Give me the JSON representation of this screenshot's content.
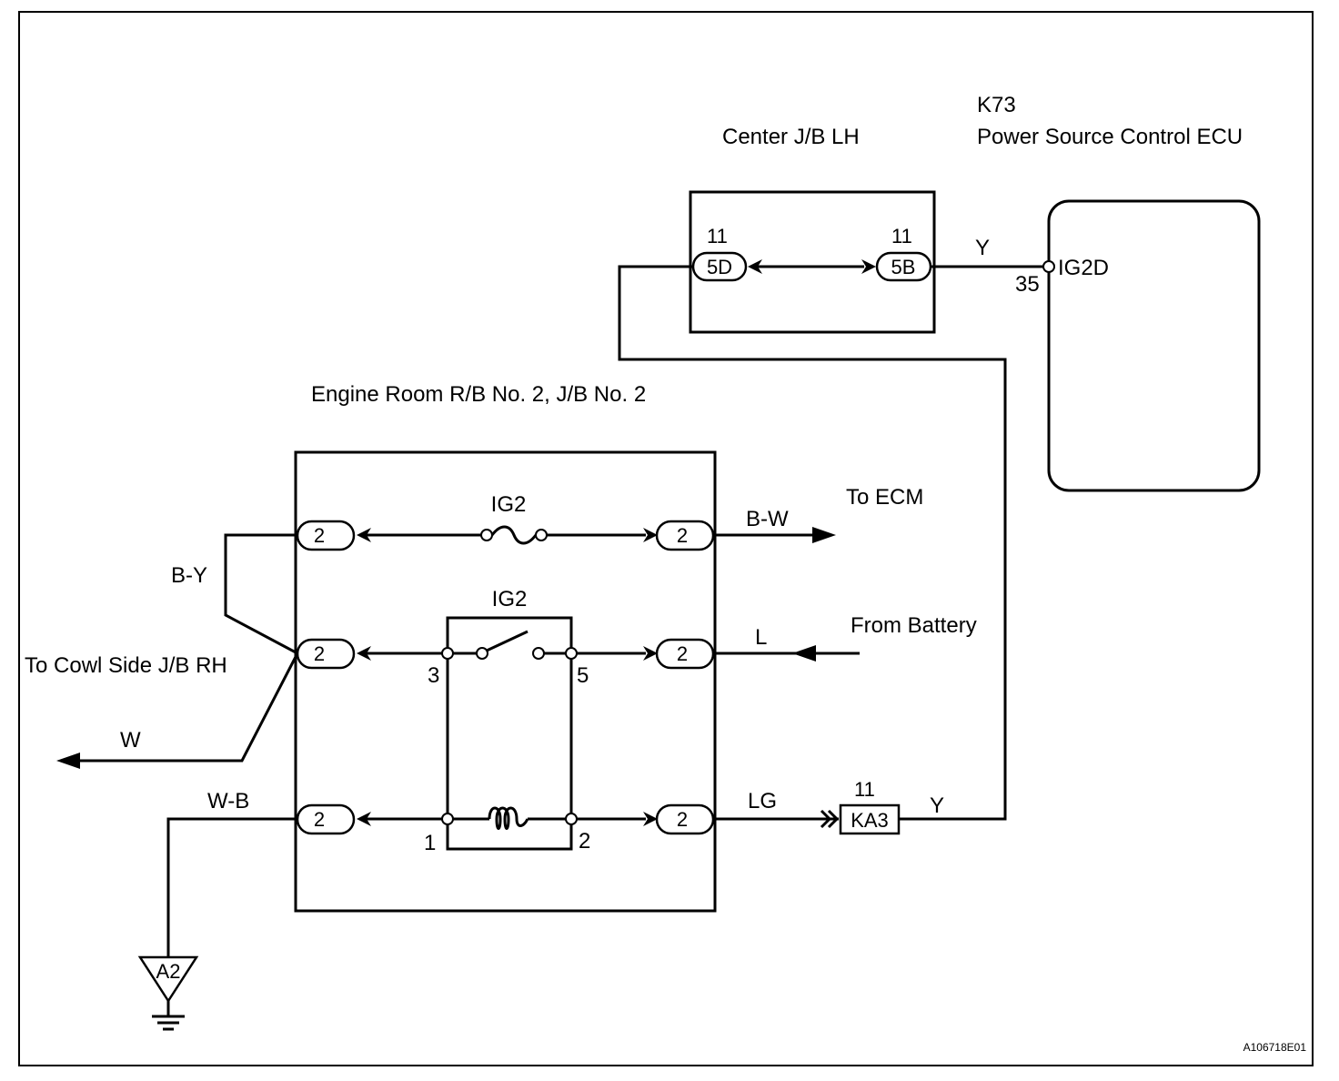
{
  "labels": {
    "k73_code": "K73",
    "k73_name": "Power Source Control ECU",
    "center_jb": "Center J/B LH",
    "engine_room": "Engine Room R/B No. 2, J/B No. 2",
    "to_ecm": "To ECM",
    "from_battery": "From Battery",
    "to_cowl": "To Cowl Side J/B RH",
    "fuse_name": "IG2",
    "relay_name": "IG2",
    "figure_id": "A106718E01"
  },
  "wires": {
    "y_top": "Y",
    "y_bottom": "Y",
    "b_w": "B-W",
    "b_y": "B-Y",
    "l": "L",
    "w": "W",
    "w_b": "W-B",
    "lg": "LG"
  },
  "connectors": {
    "jb_5d": {
      "pin": "11",
      "code": "5D"
    },
    "jb_5b": {
      "pin": "11",
      "code": "5B"
    },
    "ecu": {
      "pin": "35",
      "terminal": "IG2D"
    },
    "ka3": {
      "pin": "11",
      "code": "KA3"
    },
    "rb_left_1": "2",
    "rb_left_2": "2",
    "rb_left_3": "2",
    "rb_right_1": "2",
    "rb_right_2": "2",
    "rb_right_3": "2"
  },
  "relay_pins": {
    "p3": "3",
    "p5": "5",
    "p1": "1",
    "p2": "2"
  },
  "ground": {
    "code": "A2"
  }
}
